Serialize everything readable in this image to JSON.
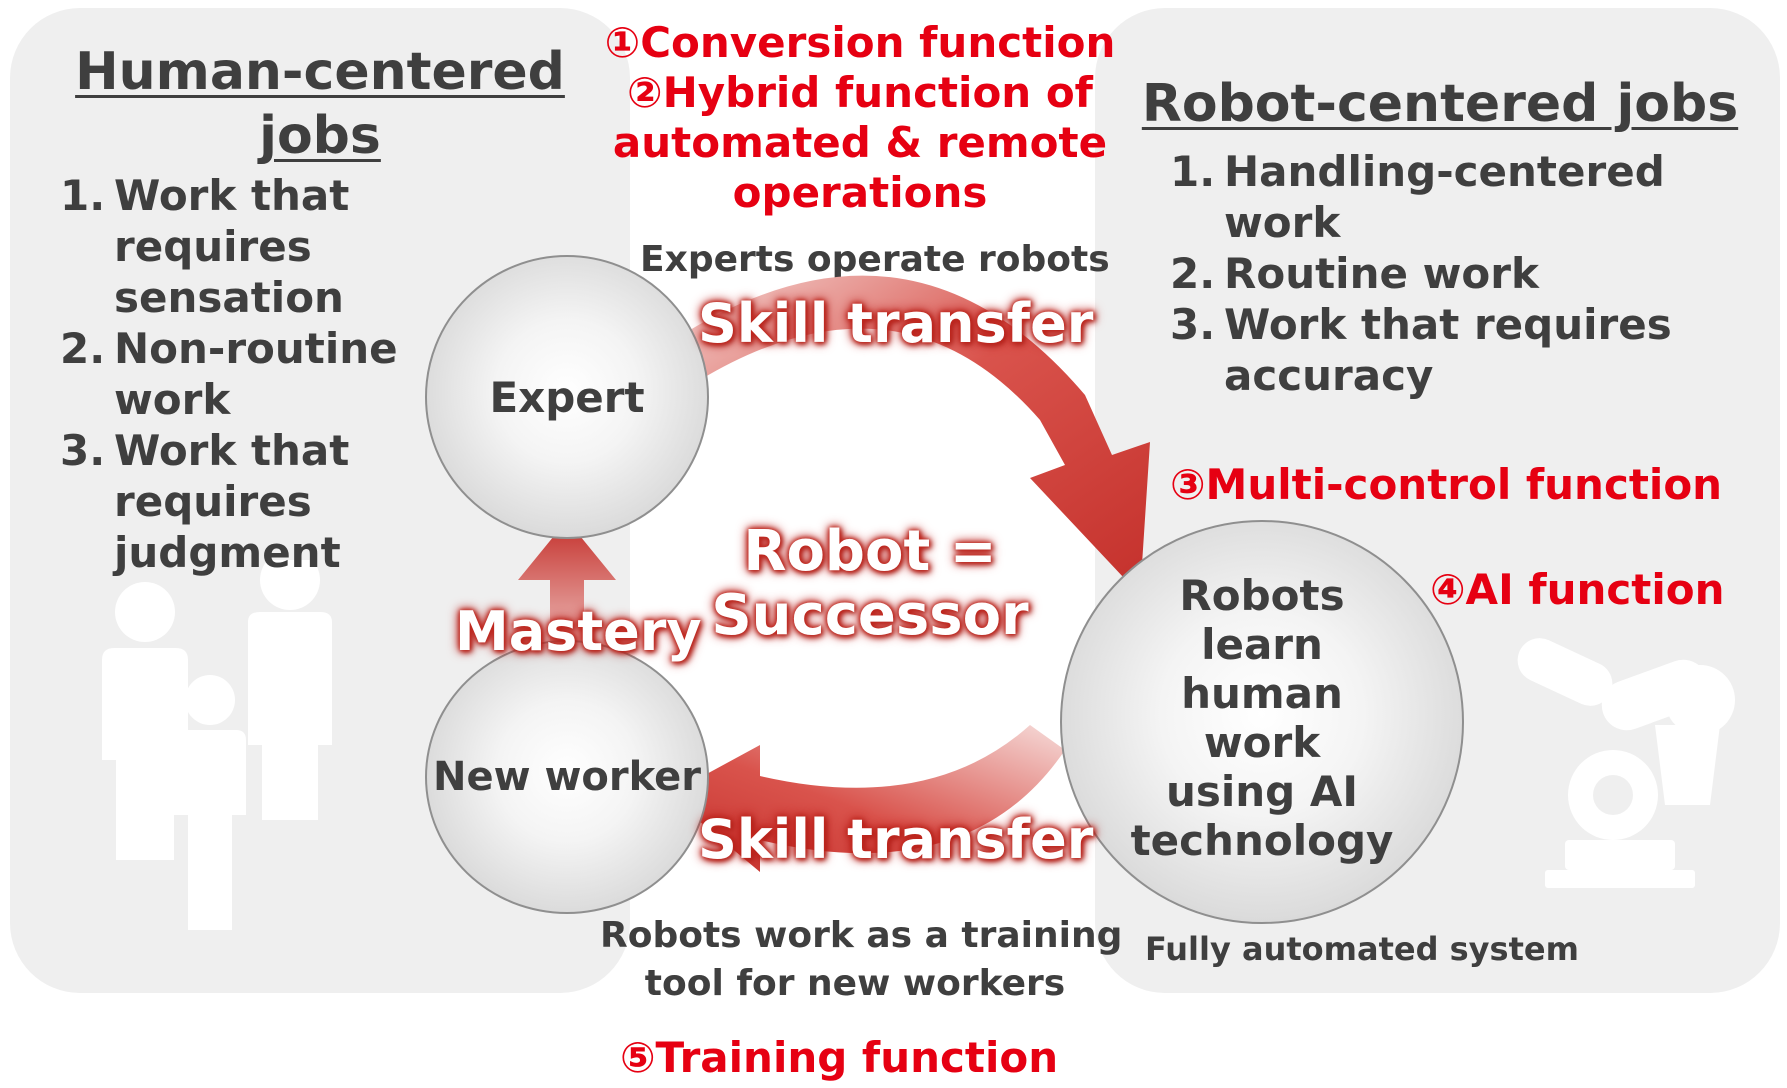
{
  "left_panel": {
    "title": "Human-centered jobs",
    "items": [
      {
        "num": "1.",
        "text": "Work that requires sensation"
      },
      {
        "num": "2.",
        "text": "Non-routine work"
      },
      {
        "num": "3.",
        "text": "Work that requires judgment"
      }
    ]
  },
  "right_panel": {
    "title": "Robot-centered jobs",
    "items": [
      {
        "num": "1.",
        "text": "Handling-centered work"
      },
      {
        "num": "2.",
        "text": "Routine work"
      },
      {
        "num": "3.",
        "text": "Work that requires accuracy"
      }
    ],
    "caption": "Fully automated system"
  },
  "functions": {
    "f1": "①Conversion function",
    "f2_line1": "②Hybrid function of",
    "f2_line2": "automated & remote",
    "f2_line3": "operations",
    "f3": "③Multi-control function",
    "f4": "④AI function",
    "f5": "⑤Training function"
  },
  "notes": {
    "top": "Experts operate robots",
    "bottom_line1": "Robots work as a training",
    "bottom_line2": "tool for new workers"
  },
  "cycle": {
    "expert": "Expert",
    "new_worker": "New worker",
    "robot_lines": [
      "Robots",
      "learn",
      "human",
      "work",
      "using AI",
      "technology"
    ],
    "center_line1": "Robot =",
    "center_line2": "Successor",
    "skill_transfer_top": "Skill transfer",
    "skill_transfer_bottom": "Skill transfer",
    "mastery": "Mastery"
  },
  "colors": {
    "accent_red": "#e60012",
    "arrow_red": "#c4302b",
    "text_gray": "#3f3f3f",
    "panel_gray": "#efefef"
  }
}
